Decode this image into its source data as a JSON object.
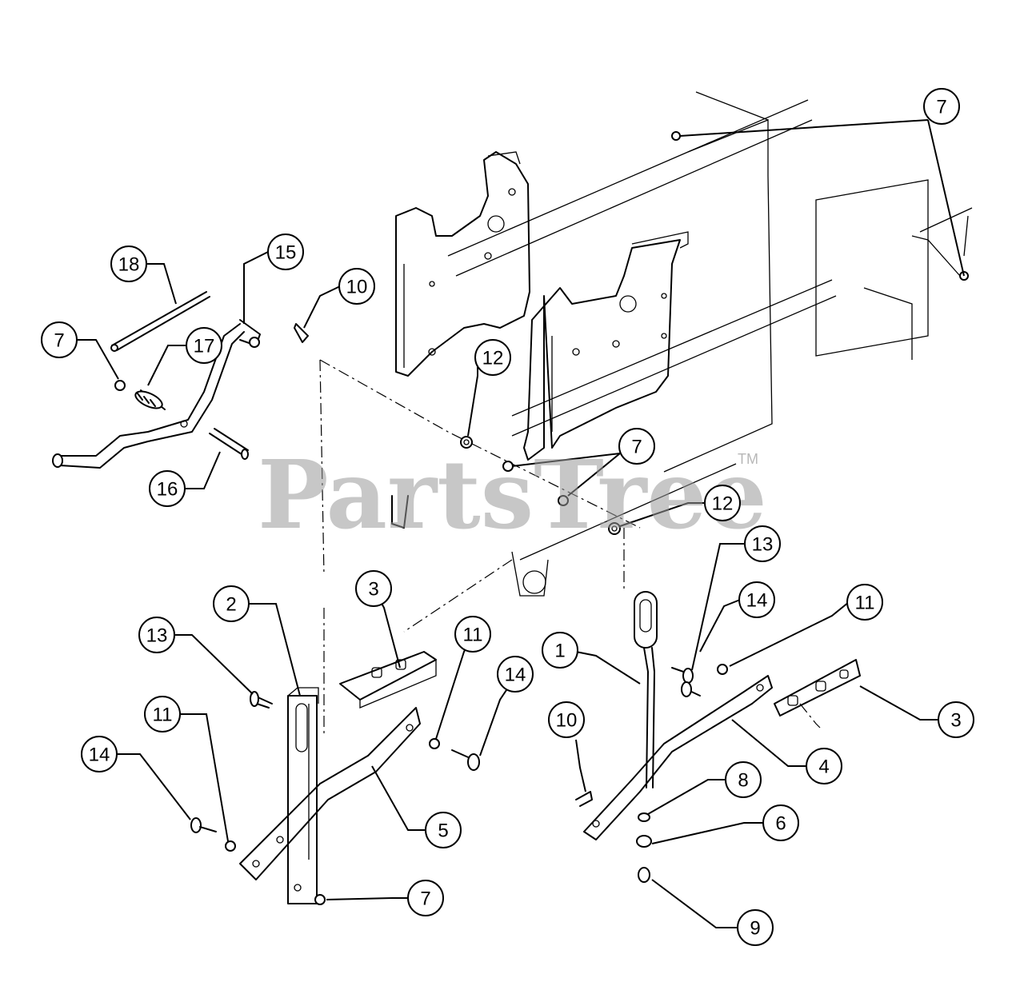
{
  "watermark": {
    "brand": "PartsTree",
    "trademark": "TM"
  },
  "callouts": [
    {
      "id": "c7a",
      "label": "7"
    },
    {
      "id": "c18",
      "label": "18"
    },
    {
      "id": "c15",
      "label": "15"
    },
    {
      "id": "c10a",
      "label": "10"
    },
    {
      "id": "c7b",
      "label": "7"
    },
    {
      "id": "c17",
      "label": "17"
    },
    {
      "id": "c12a",
      "label": "12"
    },
    {
      "id": "c7c",
      "label": "7"
    },
    {
      "id": "c16",
      "label": "16"
    },
    {
      "id": "c12b",
      "label": "12"
    },
    {
      "id": "c13a",
      "label": "13"
    },
    {
      "id": "c14a",
      "label": "14"
    },
    {
      "id": "c11a",
      "label": "11"
    },
    {
      "id": "c2",
      "label": "2"
    },
    {
      "id": "c3a",
      "label": "3"
    },
    {
      "id": "c13b",
      "label": "13"
    },
    {
      "id": "c11b",
      "label": "11"
    },
    {
      "id": "c14b",
      "label": "14"
    },
    {
      "id": "c1",
      "label": "1"
    },
    {
      "id": "c3b",
      "label": "3"
    },
    {
      "id": "c11c",
      "label": "11"
    },
    {
      "id": "c14c",
      "label": "14"
    },
    {
      "id": "c10b",
      "label": "10"
    },
    {
      "id": "c4",
      "label": "4"
    },
    {
      "id": "c8",
      "label": "8"
    },
    {
      "id": "c5",
      "label": "5"
    },
    {
      "id": "c6",
      "label": "6"
    },
    {
      "id": "c7d",
      "label": "7"
    },
    {
      "id": "c9",
      "label": "9"
    }
  ]
}
